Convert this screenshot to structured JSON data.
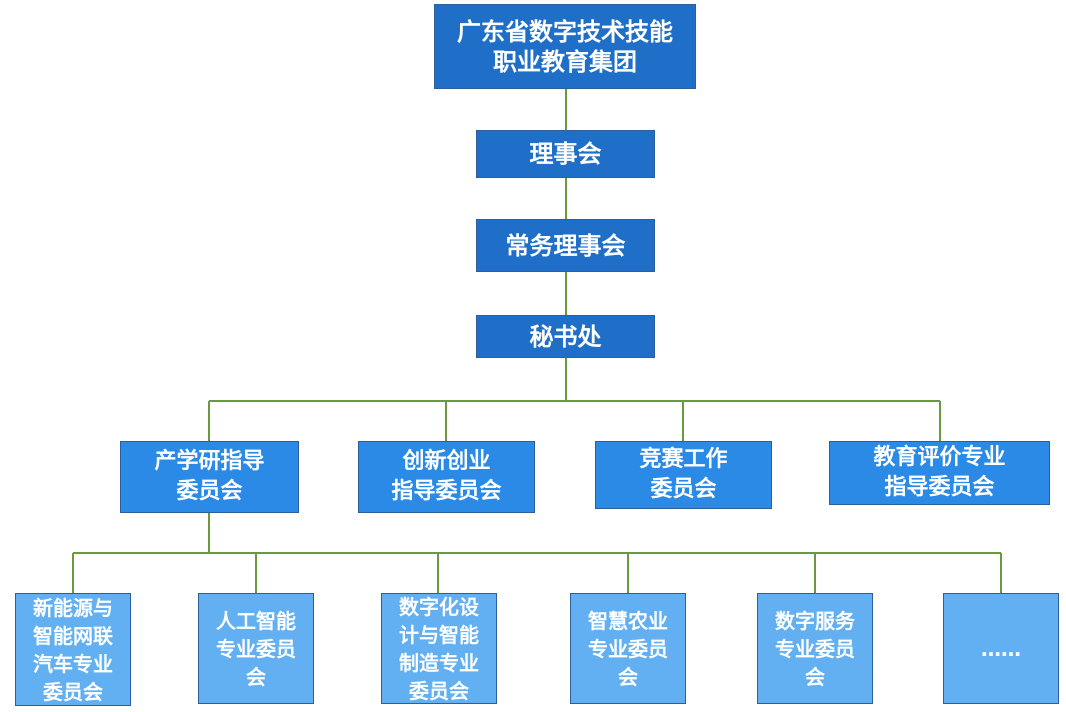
{
  "root": "广东省数字技术技能\n职业教育集团",
  "council": "理事会",
  "standing_council": "常务理事会",
  "secretariat": "秘书处",
  "committees": [
    "产学研指导\n委员会",
    "创新创业\n指导委员会",
    "竞赛工作\n委员会",
    "教育评价专业\n指导委员会"
  ],
  "sub_committees": [
    "新能源与\n智能网联\n汽车专业\n委员会",
    "人工智能\n专业委员\n会",
    "数字化设\n计与智能\n制造专业\n委员会",
    "智慧农业\n专业委员\n会",
    "数字服务\n专业委员\n会",
    "……"
  ],
  "colors": {
    "connector": "#6a9a3a",
    "dark_box": "#1f6fc8",
    "mid_box": "#2a8ae6",
    "light_box": "#62b0f1"
  }
}
